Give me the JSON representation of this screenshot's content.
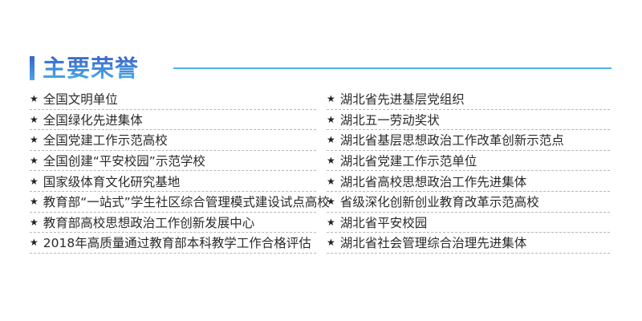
{
  "header": {
    "title": "主要荣誉",
    "accent_color": "#3a63c8",
    "rule_color": "#45b9ec"
  },
  "icons": {
    "bullet": "★"
  },
  "left_items": [
    "全国文明单位",
    "全国绿化先进集体",
    "全国党建工作示范高校",
    "全国创建“平安校园”示范学校",
    "国家级体育文化研究基地",
    "教育部“一站式”学生社区综合管理模式建设试点高校",
    "教育部高校思想政治工作创新发展中心",
    "2018年高质量通过教育部本科教学工作合格评估"
  ],
  "right_items": [
    "湖北省先进基层党组织",
    "湖北五一劳动奖状",
    "湖北省基层思想政治工作改革创新示范点",
    "湖北省党建工作示范单位",
    "湖北省高校思想政治工作先进集体",
    "省级深化创新创业教育改革示范高校",
    "湖北省平安校园",
    "湖北省社会管理综合治理先进集体"
  ]
}
